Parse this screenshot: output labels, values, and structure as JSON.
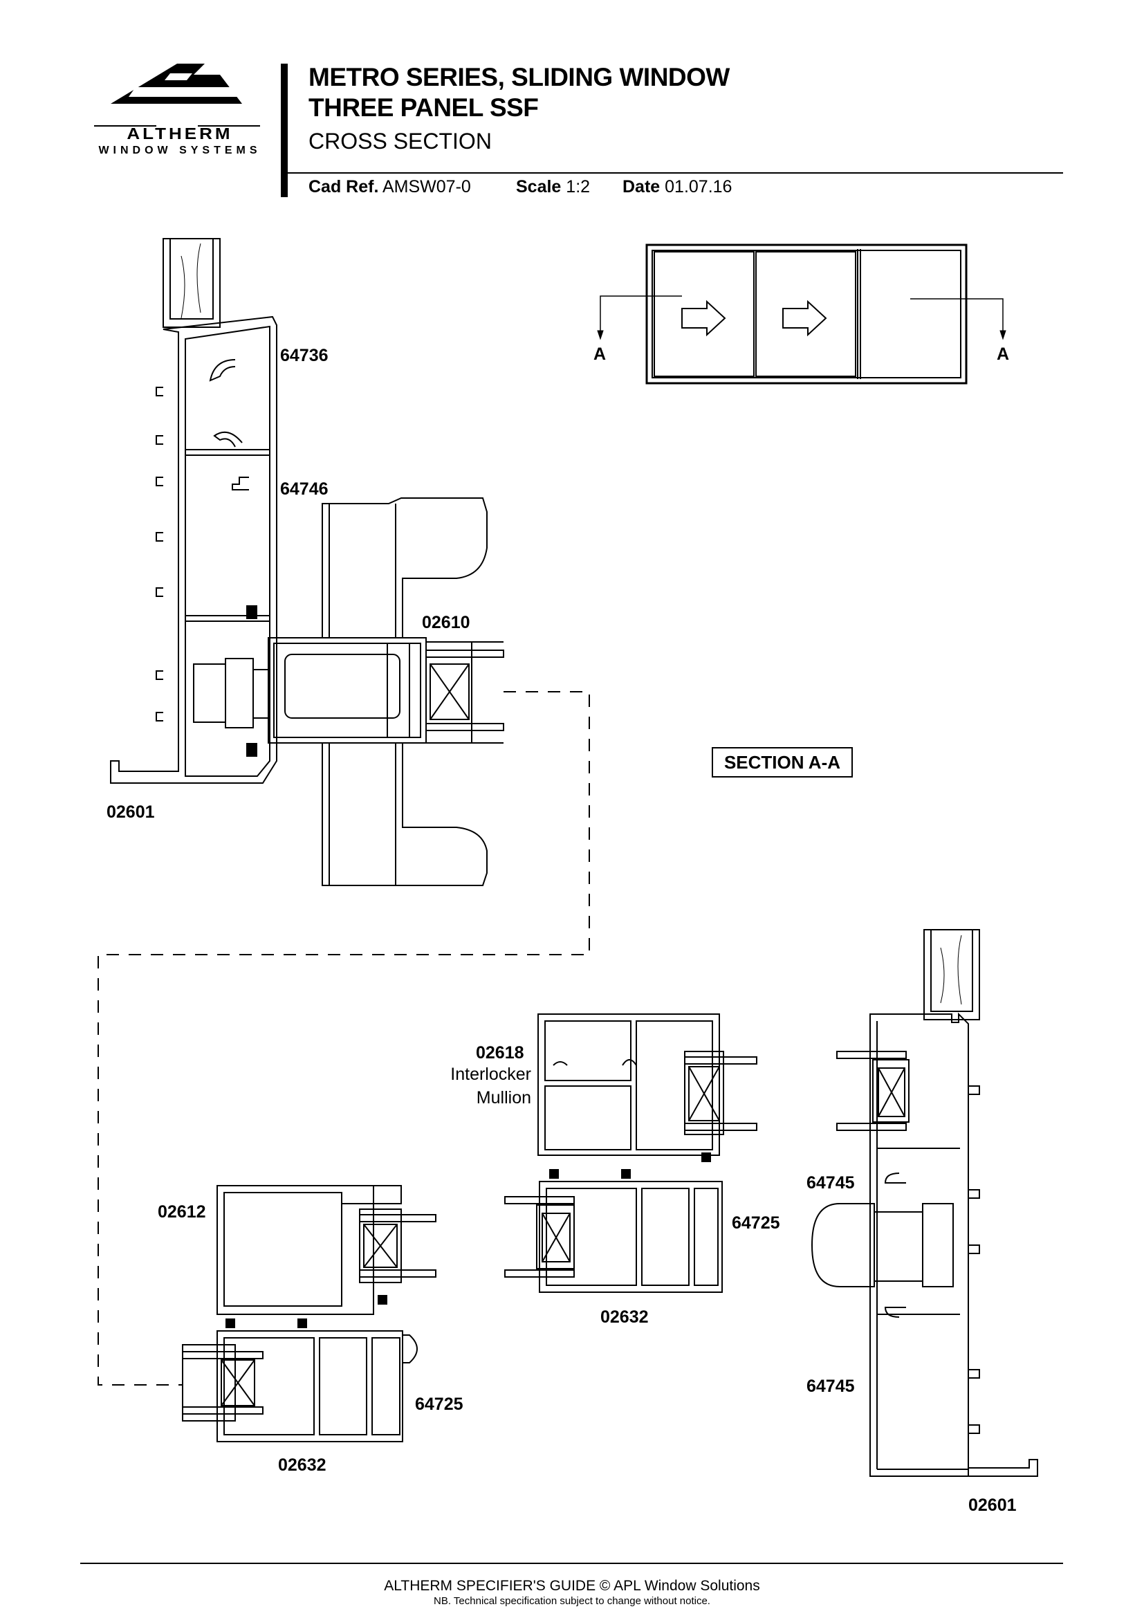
{
  "brand": {
    "name": "ALTHERM",
    "subtitle": "WINDOW SYSTEMS",
    "logo_icon": "altherm-logo-icon"
  },
  "title": {
    "line1": "METRO SERIES, SLIDING WINDOW",
    "line2": "THREE PANEL SSF",
    "line3": "CROSS SECTION"
  },
  "meta": {
    "cad_ref_label": "Cad Ref.",
    "cad_ref_value": "AMSW07-0",
    "scale_label": "Scale",
    "scale_value": "1:2",
    "date_label": "Date",
    "date_value": "01.07.16"
  },
  "elevation": {
    "section_mark_left": "A",
    "section_mark_right": "A"
  },
  "section_label": "SECTION A-A",
  "parts": {
    "p64736": "64736",
    "p64746": "64746",
    "p02610": "02610",
    "p02601_top": "02601",
    "p02618": "02618",
    "interlocker": "Interlocker",
    "mullion": "Mullion",
    "p02612": "02612",
    "p64725_mid": "64725",
    "p64725_low": "64725",
    "p02632_mid": "02632",
    "p02632_low": "02632",
    "p64745_a": "64745",
    "p64745_b": "64745",
    "p02601_right": "02601"
  },
  "footer": {
    "line1": "ALTHERM SPECIFIER'S GUIDE  © APL Window Solutions",
    "line2": "NB. Technical specification subject to change without notice."
  }
}
